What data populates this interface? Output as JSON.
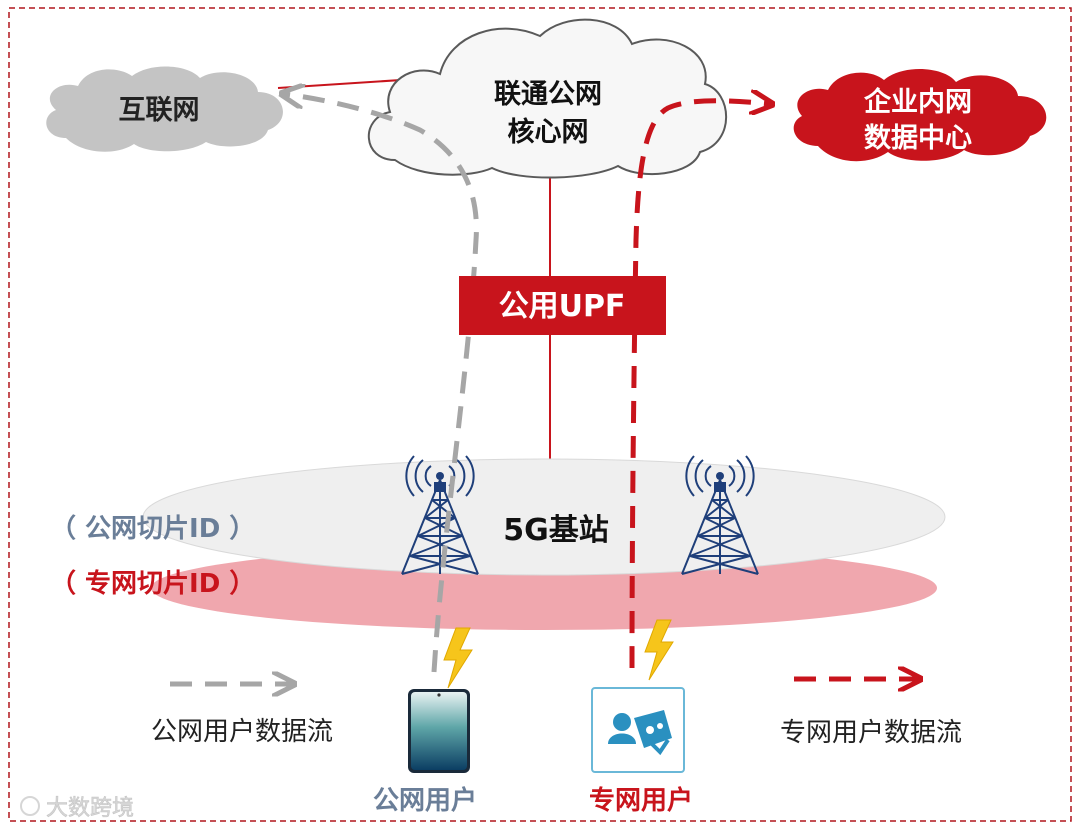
{
  "colors": {
    "red": "#c8141c",
    "dark_red": "#b0171d",
    "gray": "#a6a6a6",
    "slate": "#6a7e98",
    "pink": "#f0a7ae",
    "ellipse": "#efefef",
    "tower": "#1f3f7a",
    "bolt": "#f6c51b"
  },
  "clouds": {
    "core": [
      "联通公网",
      "核心网"
    ],
    "internet": "互联网",
    "enterprise": [
      "企业内网",
      "数据中心"
    ]
  },
  "upf": {
    "label": "公用UPF"
  },
  "base_station": {
    "label": "5G基站"
  },
  "slices": {
    "public": "（ 公网切片ID ）",
    "private": "（ 专网切片ID ）"
  },
  "legend": {
    "public_flow": "公网用户数据流",
    "private_flow": "专网用户数据流"
  },
  "users": {
    "public": "公网用户",
    "private": "专网用户"
  },
  "watermark": "大数跨境"
}
